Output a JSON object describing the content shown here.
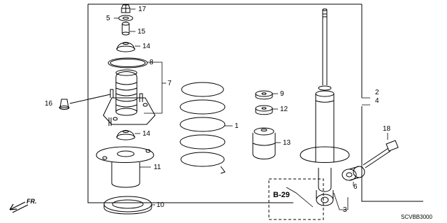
{
  "callouts": [
    "17",
    "5",
    "15",
    "14",
    "8",
    "7",
    "16",
    "14",
    "11",
    "10",
    "1",
    "9",
    "12",
    "13",
    "2",
    "4",
    "18",
    "6",
    "3"
  ],
  "reference_label": "B-29",
  "direction_label": "FR.",
  "diagram_code": "SCVBB3000"
}
